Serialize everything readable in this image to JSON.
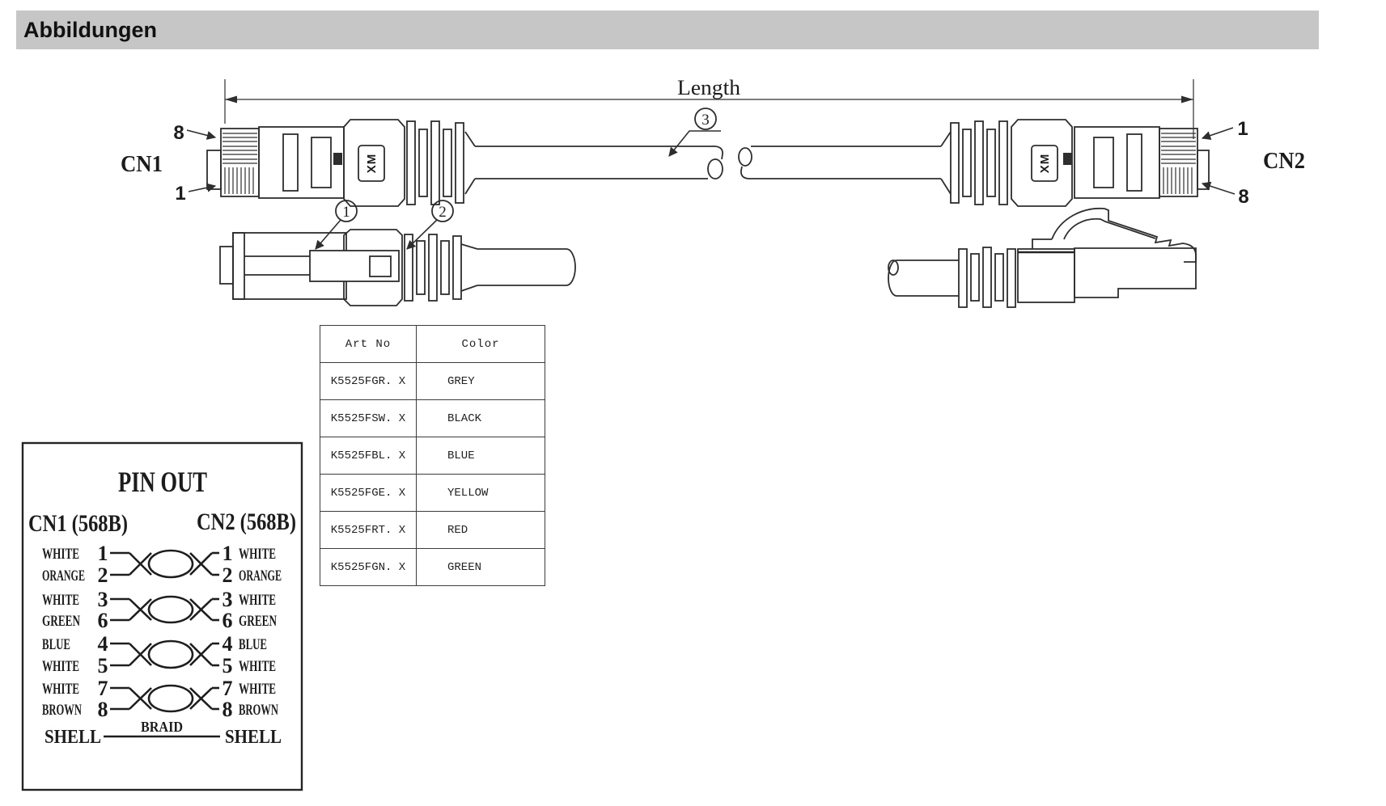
{
  "header": {
    "title": "Abbildungen",
    "bar_color": "#c6c6c6"
  },
  "figure": {
    "length_label": "Length",
    "left_connector": {
      "name": "CN1",
      "pin_top": "8",
      "pin_bottom": "1",
      "logo": "XM"
    },
    "right_connector": {
      "name": "CN2",
      "pin_top": "1",
      "pin_bottom": "8",
      "logo": "XM"
    },
    "callouts": {
      "c1": "1",
      "c2": "2",
      "c3": "3"
    }
  },
  "table": {
    "headers": [
      "Art No",
      "Color"
    ],
    "rows": [
      {
        "art_no": "K5525FGR. X",
        "color": "GREY"
      },
      {
        "art_no": "K5525FSW. X",
        "color": "BLACK"
      },
      {
        "art_no": "K5525FBL. X",
        "color": "BLUE"
      },
      {
        "art_no": "K5525FGE. X",
        "color": "YELLOW"
      },
      {
        "art_no": "K5525FRT. X",
        "color": "RED"
      },
      {
        "art_no": "K5525FGN. X",
        "color": "GREEN"
      }
    ]
  },
  "pinout": {
    "title": "PIN OUT",
    "cn1_heading": "CN1 (568B)",
    "cn2_heading": "CN2 (568B)",
    "pairs": [
      {
        "lt_label": "WHITE",
        "lt_pin": "1",
        "lb_label": "ORANGE",
        "lb_pin": "2",
        "rt_pin": "1",
        "rt_label": "WHITE",
        "rb_pin": "2",
        "rb_label": "ORANGE"
      },
      {
        "lt_label": "WHITE",
        "lt_pin": "3",
        "lb_label": "GREEN",
        "lb_pin": "6",
        "rt_pin": "3",
        "rt_label": "WHITE",
        "rb_pin": "6",
        "rb_label": "GREEN"
      },
      {
        "lt_label": "BLUE",
        "lt_pin": "4",
        "lb_label": "WHITE",
        "lb_pin": "5",
        "rt_pin": "4",
        "rt_label": "BLUE",
        "rb_pin": "5",
        "rb_label": "WHITE"
      },
      {
        "lt_label": "WHITE",
        "lt_pin": "7",
        "lb_label": "BROWN",
        "lb_pin": "8",
        "rt_pin": "7",
        "rt_label": "WHITE",
        "rb_pin": "8",
        "rb_label": "BROWN"
      }
    ],
    "shell_left": "SHELL",
    "braid_label": "BRAID",
    "shell_right": "SHELL"
  }
}
